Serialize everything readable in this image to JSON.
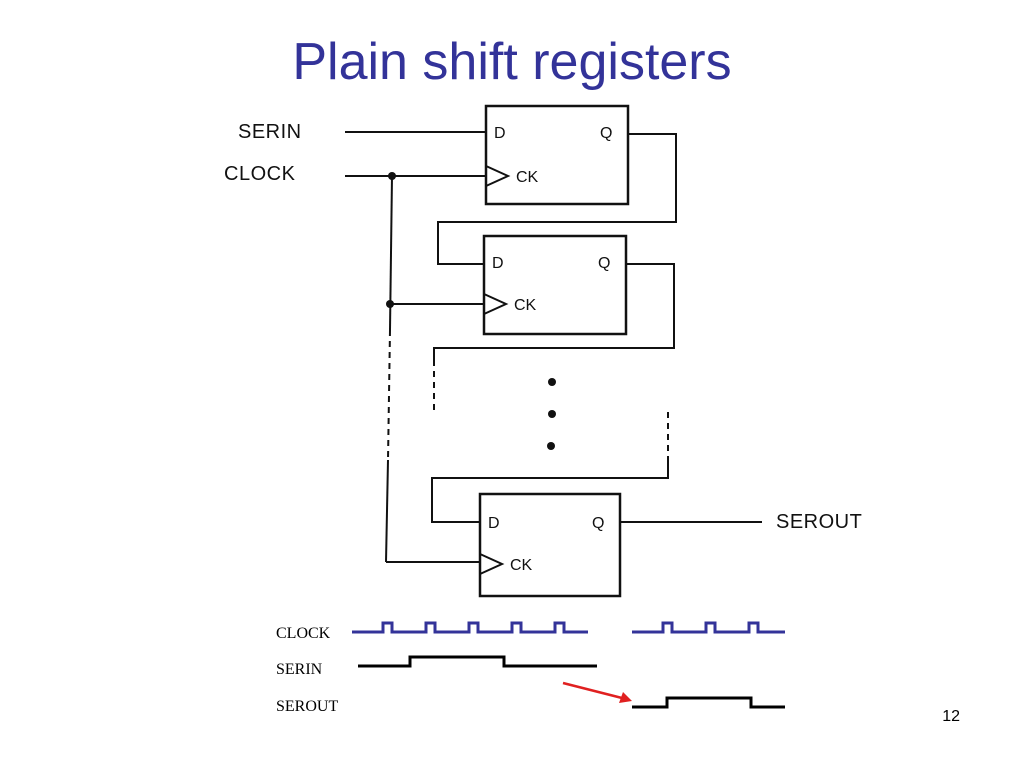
{
  "slide": {
    "title": "Plain shift registers",
    "page_number": "12",
    "colors": {
      "title": "#333399",
      "clock_waveform": "#333399",
      "data_waveform": "#000000",
      "arrow": "#e02020"
    }
  },
  "diagram": {
    "inputs": {
      "serin": "SERIN",
      "clock": "CLOCK"
    },
    "output": {
      "serout": "SEROUT"
    },
    "flip_flops": [
      {
        "d_label": "D",
        "q_label": "Q",
        "ck_label": "CK"
      },
      {
        "d_label": "D",
        "q_label": "Q",
        "ck_label": "CK"
      },
      {
        "d_label": "D",
        "q_label": "Q",
        "ck_label": "CK"
      }
    ],
    "ellipsis": "vertical-dots"
  },
  "timing": {
    "labels": {
      "clock": "CLOCK",
      "serin": "SERIN",
      "serout": "SEROUT"
    },
    "clock_segments": [
      {
        "pulses": 5
      },
      {
        "pulses": 3
      }
    ],
    "serin_high_between_pulses": [
      1,
      3
    ],
    "serout_high_between_pulses": [
      1,
      3
    ],
    "arrow": "serin-to-serout-delay"
  }
}
